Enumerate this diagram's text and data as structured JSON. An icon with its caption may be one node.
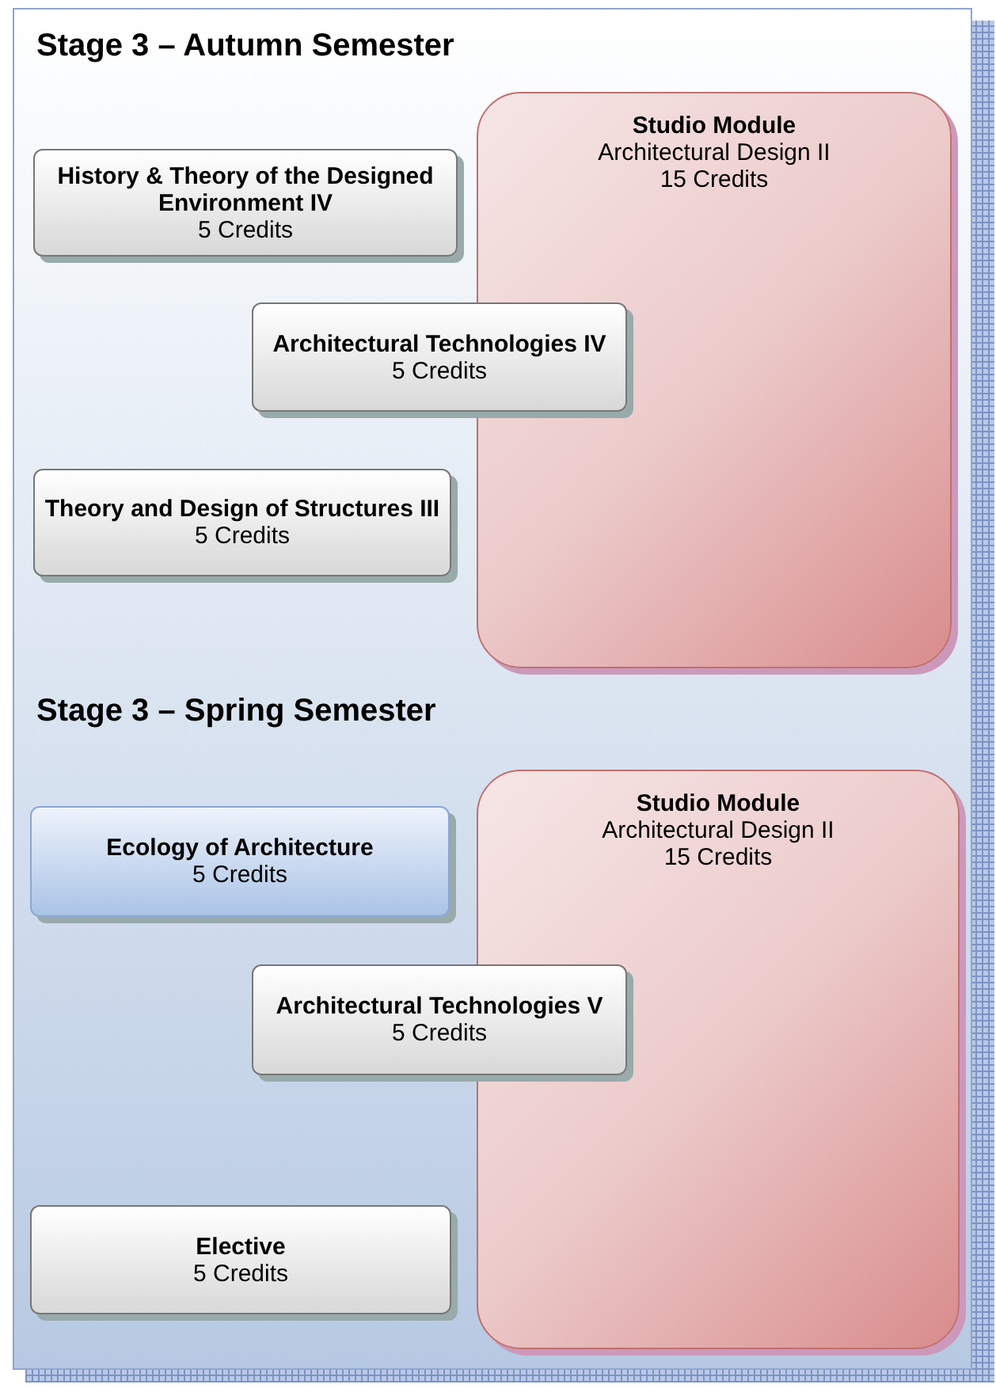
{
  "diagram": {
    "nodes": [
      {
        "text": [
          "Stage 3 – Autumn Semester",
          "Stage 3 – Spring Semester"
        ]
      },
      {
        "text": [
          "History & Theory of the Designed Environment IV",
          "5 Credits"
        ],
        "in": 0
      },
      {
        "text": [
          "Studio Module",
          "Architectural Design II",
          "15 Credits"
        ],
        "in": 0
      },
      {
        "text": [
          "Architectural Technologies IV",
          "5 Credits"
        ],
        "in": 0
      },
      {
        "text": [
          "Theory and Design of Structures III",
          "5 Credits"
        ],
        "in": 0
      },
      {
        "text": [
          "Ecology of Architecture",
          "5 Credits"
        ],
        "in": 0
      },
      {
        "text": [
          "Studio Module",
          "Architectural Design II",
          "15 Credits"
        ],
        "in": 0
      },
      {
        "text": [
          "Architectural Technologies V",
          "5 Credits"
        ],
        "in": 0
      },
      {
        "text": [
          "Elective",
          "5 Credits"
        ],
        "in": 0
      }
    ],
    "edges": []
  }
}
